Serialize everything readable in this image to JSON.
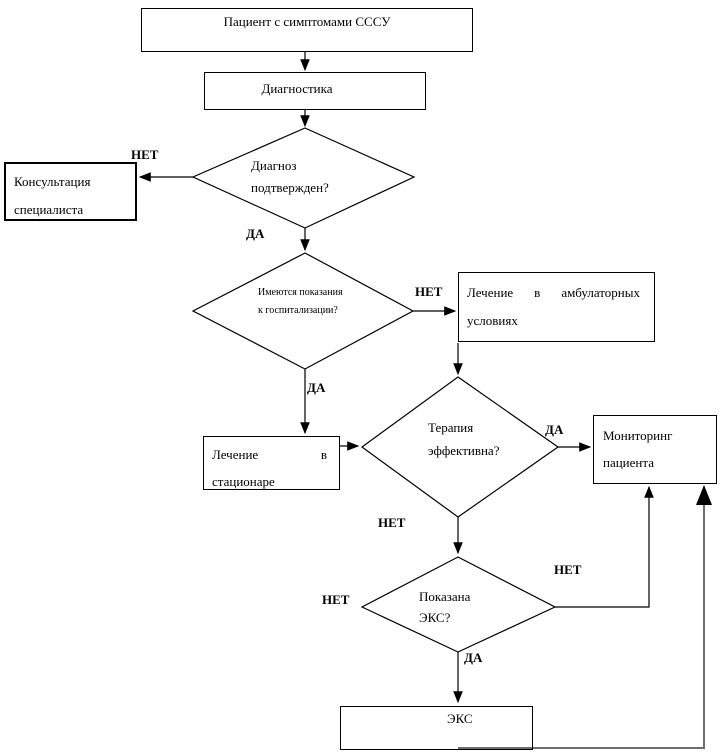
{
  "diagram": {
    "boxes": {
      "patient": "Пациент с симптомами СССУ",
      "diagnostics": "Диагностика",
      "consult": {
        "line1": "Консультация",
        "line2": "специалиста"
      },
      "outpatient": {
        "word1": "Лечение",
        "word2": "в",
        "word3": "амбулаторных",
        "line2": "условиях"
      },
      "inpatient": {
        "word1": "Лечение",
        "word2": "в",
        "line2": "стационаре"
      },
      "monitoring": {
        "line1": "Мониторинг",
        "line2": "пациента"
      },
      "pacemaker": "ЭКС"
    },
    "decisions": {
      "diagnosis_confirmed": {
        "line1": "Диагноз",
        "line2": "подтвержден?"
      },
      "hospitalization_indicated": {
        "line1": "Имеются показания",
        "line2": "к госпитализации?"
      },
      "therapy_effective": {
        "line1": "Терапия",
        "line2": "эффективна?"
      },
      "pacemaker_indicated": {
        "line1": "Показана",
        "line2": "ЭКС?"
      }
    },
    "edge_labels": {
      "yes": "ДА",
      "no": "НЕТ"
    },
    "colors": {
      "line": "#000000",
      "loop_line": "#6e6e6e",
      "text": "#000000",
      "background": "#ffffff"
    }
  }
}
